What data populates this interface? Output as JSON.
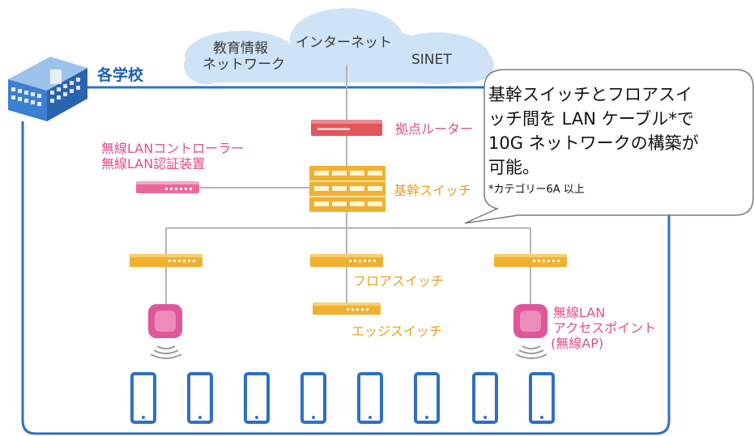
{
  "school_label": "各学校",
  "cloud": {
    "left_line1": "教育情報",
    "left_line2": "ネットワーク",
    "center": "インターネット",
    "right": "SINET"
  },
  "devices": {
    "base_router": "拠点ルーター",
    "controller_line1": "無線LANコントローラー",
    "controller_line2": "無線LAN認証装置",
    "core_switch": "基幹スイッチ",
    "floor_switch": "フロアスイッチ",
    "edge_switch": "エッジスイッチ",
    "ap_line1": "無線LAN",
    "ap_line2": "アクセスポイント",
    "ap_line3": "(無線AP)"
  },
  "callout": {
    "line1": "基幹スイッチとフロアスイ",
    "line2": "ッチ間を LAN ケーブル*で",
    "line3": "10G ネットワークの構築が",
    "line4": "可能。",
    "note": "*カテゴリー6A 以上"
  },
  "colors": {
    "frame": "#2f6fc4",
    "cloud": "#cfe3f6",
    "pink": "#e04f8a",
    "orange": "#f0b030",
    "red_router": "#e0565c",
    "line": "#b5b5b5"
  }
}
